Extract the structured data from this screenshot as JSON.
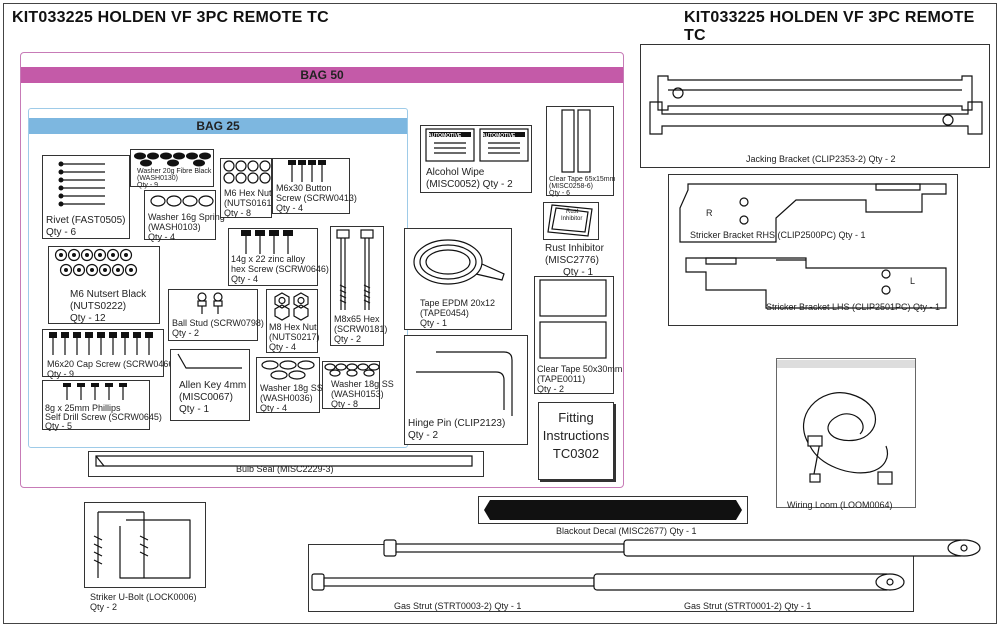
{
  "header": {
    "title_left": "KIT033225 HOLDEN VF 3PC REMOTE TC",
    "title_right": "KIT033225 HOLDEN VF 3PC REMOTE TC"
  },
  "colors": {
    "bag50": "#c45aa8",
    "bag25": "#7db7e0",
    "ink": "#111111"
  },
  "bags": {
    "bag50": "BAG 50",
    "bag25": "BAG 25"
  },
  "parts": {
    "rivet": {
      "line1": "Rivet (FAST0505)",
      "line2": "Qty - 6"
    },
    "washer20": {
      "line1": "Washer 20g Fibre Black",
      "line2": "(WASH0130)",
      "line3": "Qty - 9"
    },
    "washer16": {
      "line1": "Washer 16g Spring",
      "line2": "(WASH0103)",
      "line3": "Qty - 4"
    },
    "m6hexnut": {
      "line1": "M6 Hex Nut",
      "line2": "(NUTS0161)",
      "line3": "Qty - 8"
    },
    "m6button": {
      "line1": "M6x30 Button",
      "line2": "Screw (SCRW0413)",
      "line3": "Qty - 4"
    },
    "m6nutsert": {
      "line1": "M6 Nutsert Black",
      "line2": "(NUTS0222)",
      "line3": "Qty - 12"
    },
    "zinc14g": {
      "line1": "14g x 22 zinc alloy",
      "line2": "hex Screw (SCRW0646)",
      "line3": "Qty - 4"
    },
    "m8x65": {
      "line1": "M8x65 Hex",
      "line2": "(SCRW0181)",
      "line3": "Qty - 2"
    },
    "ballstud": {
      "line1": "Ball Stud (SCRW0798)",
      "line2": "Qty - 2"
    },
    "m8hexnut": {
      "line1": "M8 Hex Nut",
      "line2": "(NUTS0217)",
      "line3": "Qty - 4"
    },
    "m6cap": {
      "line1": "M6x20 Cap Screw (SCRW0466)",
      "line2": "Qty - 9"
    },
    "allen": {
      "line1": "Allen Key 4mm",
      "line2": "(MISC0067)",
      "line3": "Qty - 1"
    },
    "washer18a": {
      "line1": "Washer 18g SS",
      "line2": "(WASH0036)",
      "line3": "Qty - 4"
    },
    "washer18b": {
      "line1": "Washer 18g SS",
      "line2": "(WASH0153)",
      "line3": "Qty - 8"
    },
    "phillips": {
      "line1": "8g x 25mm Phillips",
      "line2": "Self Drill Screw (SCRW0645)",
      "line3": "Qty - 5"
    },
    "bulbseal": {
      "line1": "Bulb Seal (MISC2229-3)"
    },
    "alcohol": {
      "line1": "Alcohol Wipe",
      "line2": "(MISC0052) Qty - 2",
      "tag": "AUTOMOTIVE"
    },
    "cleartape65": {
      "line1": "Clear Tape 65x15mm",
      "line2": "(MISC0258-6)",
      "line3": "Qty - 6"
    },
    "rustinhib": {
      "line1": "Rust Inhibitor",
      "line2": "(MISC2776)",
      "line3": "Qty - 1",
      "tag1": "Rust",
      "tag2": "Inhibitor"
    },
    "tapeepdm": {
      "line1": "Tape EPDM 20x12",
      "line2": "(TAPE0454)",
      "line3": "Qty - 1"
    },
    "cleartape50": {
      "line1": "Clear Tape 50x30mm",
      "line2": "(TAPE0011)",
      "line3": "Qty - 2"
    },
    "hingepin": {
      "line1": "Hinge Pin (CLIP2123)",
      "line2": "Qty - 2"
    },
    "fitting": {
      "line1": "Fitting",
      "line2": "Instructions",
      "line3": "TC0302"
    },
    "jacking": {
      "line1": "Jacking  Bracket (CLIP2353-2) Qty - 2"
    },
    "strikerrhs": {
      "line1": "Stricker Bracket RHS (CLIP2500PC) Qty - 1",
      "mark": "R"
    },
    "strikerlhs": {
      "line1": "Stricker Bracket LHS (CLIP2501PC) Qty - 1",
      "mark": "L"
    },
    "wiring": {
      "line1": "Wiring Loom (LOOM0064)"
    },
    "blackout": {
      "line1": "Blackout Decal (MISC2677) Qty - 1"
    },
    "ubolt": {
      "line1": "Striker U-Bolt (LOCK0006)",
      "line2": "Qty - 2"
    },
    "gasstrut3": {
      "line1": "Gas Strut (STRT0003-2) Qty - 1"
    },
    "gasstrut1": {
      "line1": "Gas Strut (STRT0001-2) Qty - 1"
    }
  }
}
